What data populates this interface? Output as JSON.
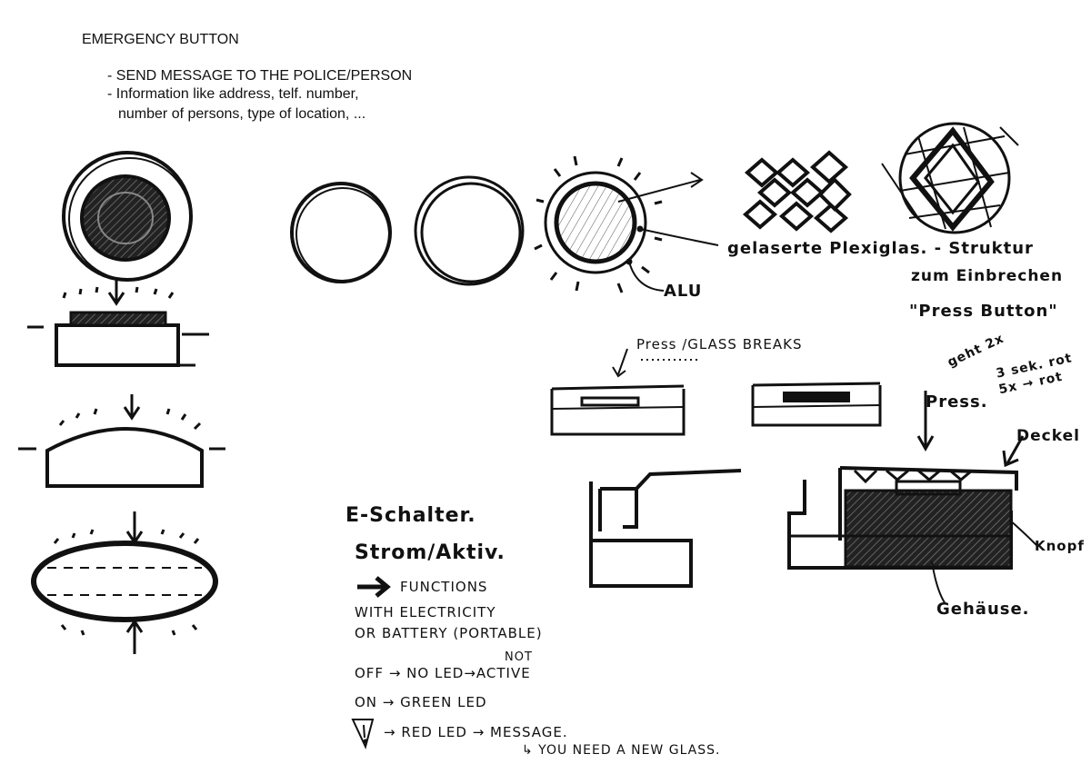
{
  "header": {
    "title": "EMERGENCY BUTTON",
    "bullets": [
      "- SEND MESSAGE TO THE POLICE/PERSON",
      "- Information like address, telf. number,",
      "number of persons, type of location, ..."
    ]
  },
  "labels": {
    "plexiglass": "gelaserte Plexiglas. - Struktur",
    "struktur2": "zum Einbrechen",
    "press_button": "\"Press Button\"",
    "alu": "ALU",
    "press_glass": "Press /GLASS BREAKS",
    "gehen": "geht 2x",
    "durch": "Press.",
    "rot": "3 sek. rot",
    "rot2": "5x → rot",
    "deckel": "Deckel",
    "knopf": "Knopf",
    "gehause": "Gehäuse."
  },
  "notes": {
    "l1": "E-Schalter.",
    "l2": "Strom/Aktiv.",
    "l3": "FUNCTIONS",
    "l4": "WITH ELECTRICITY",
    "l5": "OR BATTERY (PORTABLE)",
    "l6": "OFF → NO LED→ACTIVE",
    "l6b": "NOT",
    "l7": "ON → GREEN LED",
    "l8": "→ RED LED → MESSAGE.",
    "l9": "↳ YOU NEED A NEW GLASS."
  }
}
